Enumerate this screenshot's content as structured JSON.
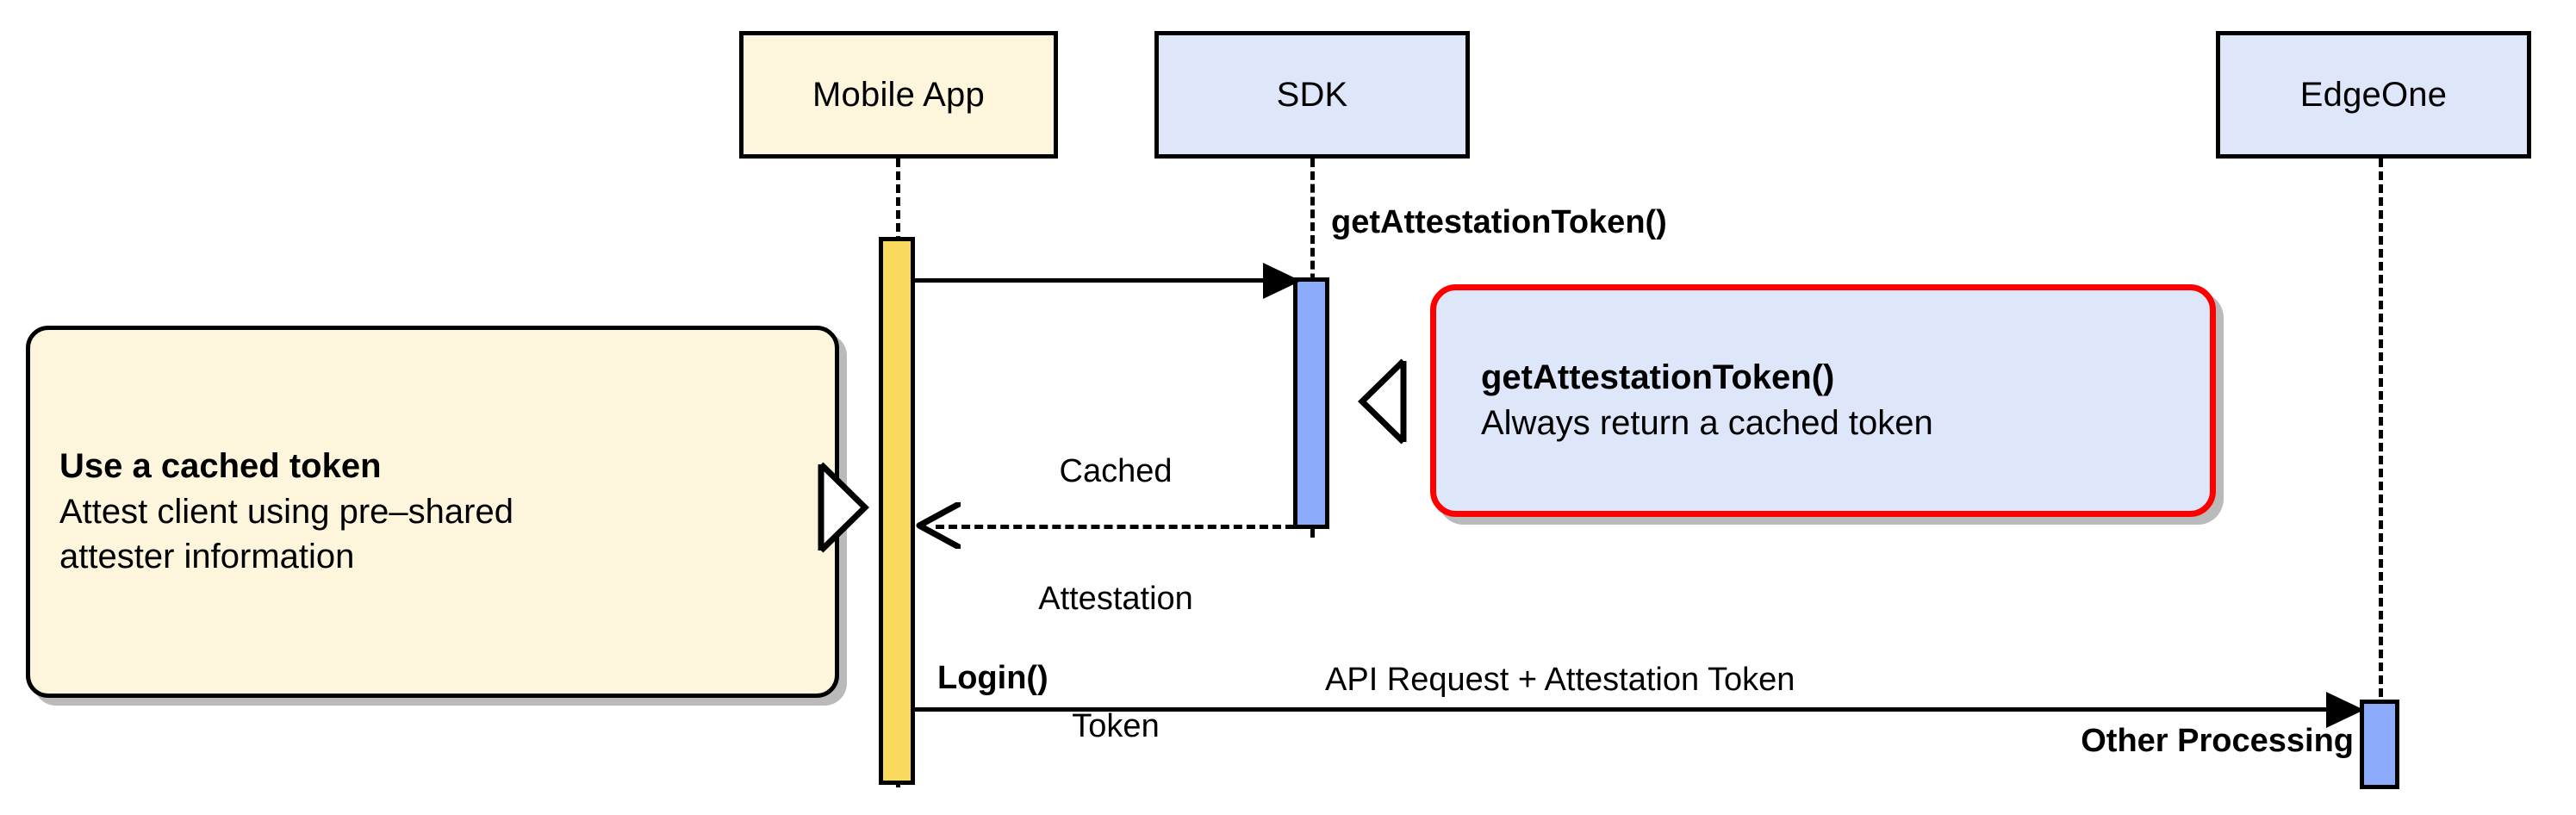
{
  "diagram": {
    "type": "uml-sequence-diagram",
    "title_visible": false,
    "background_color": "#ffffff",
    "participants": [
      {
        "id": "mobile-app",
        "label": "Mobile App",
        "fill": "#fdf6dd",
        "stroke": "#000000"
      },
      {
        "id": "sdk",
        "label": "SDK",
        "fill": "#dee6fa",
        "stroke": "#000000"
      },
      {
        "id": "edgeone",
        "label": "EdgeOne",
        "fill": "#dee6fa",
        "stroke": "#000000"
      }
    ],
    "activations": [
      {
        "id": "mobile-app-activation",
        "participant": "mobile-app",
        "fill": "#fada5e"
      },
      {
        "id": "sdk-activation",
        "participant": "sdk",
        "fill": "#8cabfa"
      },
      {
        "id": "edgeone-activation",
        "participant": "edgeone",
        "fill": "#8cabfa"
      }
    ],
    "messages": [
      {
        "id": "msg-get-attestation-token",
        "from": "mobile-app",
        "to": "sdk",
        "style": "solid",
        "label": "getAttestationToken()",
        "label_weight": "bold"
      },
      {
        "id": "msg-cached-attestation-token",
        "from": "sdk",
        "to": "mobile-app",
        "style": "dashed",
        "label_lines": [
          "Cached",
          "Attestation",
          "Token"
        ],
        "label_weight": "normal"
      },
      {
        "id": "msg-login",
        "from": "mobile-app",
        "to": "edgeone",
        "style": "solid",
        "label": "Login()",
        "label_weight": "bold",
        "secondary_label": "API Request + Attestation Token",
        "secondary_label_weight": "normal",
        "tail_label": "Other Processing",
        "tail_label_weight": "bold"
      }
    ],
    "notes": [
      {
        "id": "note-cached-token",
        "attached_to": "mobile-app",
        "fill": "#fdf6dd",
        "stroke": "#000000",
        "pointer": "right",
        "lines": [
          {
            "text": "Use a cached token",
            "weight": "bold"
          },
          {
            "text": "Attest client using pre–shared",
            "weight": "normal"
          },
          {
            "text": "attester information",
            "weight": "normal"
          }
        ]
      },
      {
        "id": "note-sdk-behavior",
        "attached_to": "sdk",
        "fill": "#dee6fa",
        "stroke": "#ff0000",
        "pointer": "left",
        "lines": [
          {
            "text": "getAttestationToken()",
            "weight": "bold"
          },
          {
            "text": "Always return a cached token",
            "weight": "normal"
          }
        ]
      }
    ]
  }
}
